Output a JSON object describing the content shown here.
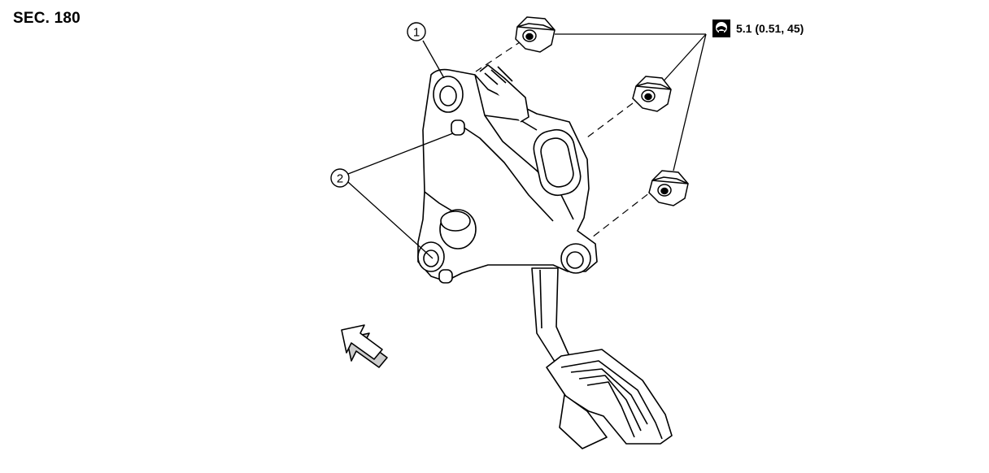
{
  "section": {
    "label": "SEC. 180"
  },
  "torque": {
    "value": "5.1 (0.51, 45)",
    "icon": "torque-wrench-icon"
  },
  "callouts": [
    {
      "number": "1"
    },
    {
      "number": "2"
    }
  ],
  "colors": {
    "line": "#000000",
    "background": "#ffffff"
  }
}
